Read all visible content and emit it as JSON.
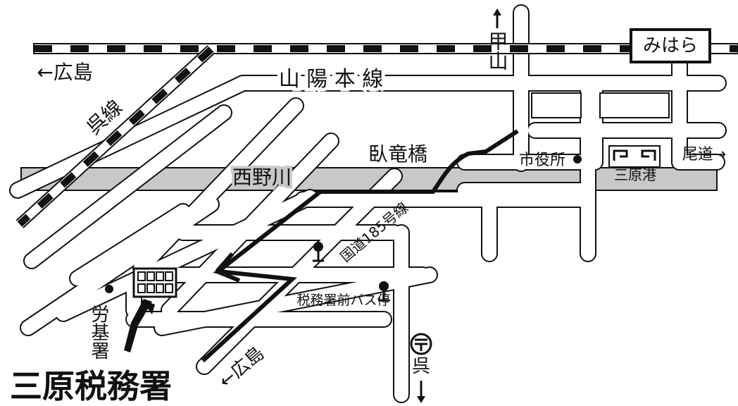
{
  "map": {
    "title": "三原税務署",
    "railways": {
      "sanyo": "山 陽 本 線",
      "kure": "呉線"
    },
    "river": "西野川",
    "bridge": "臥竜橋",
    "route": "国道185号線",
    "station_box": "みはら",
    "places": {
      "city_hall": "市役所",
      "port": "三原港",
      "labor_office": "労基署",
      "bus_stop": "税務署前バス停"
    },
    "directions": {
      "hiroshima_west": "←広島",
      "kouzan": "甲山",
      "onomichi": "尾道→",
      "kure": "呉",
      "hiroshima_south": "←広島"
    },
    "colors": {
      "ink": "#111111",
      "river": "#c8c8c8",
      "paper": "#ffffff"
    }
  }
}
